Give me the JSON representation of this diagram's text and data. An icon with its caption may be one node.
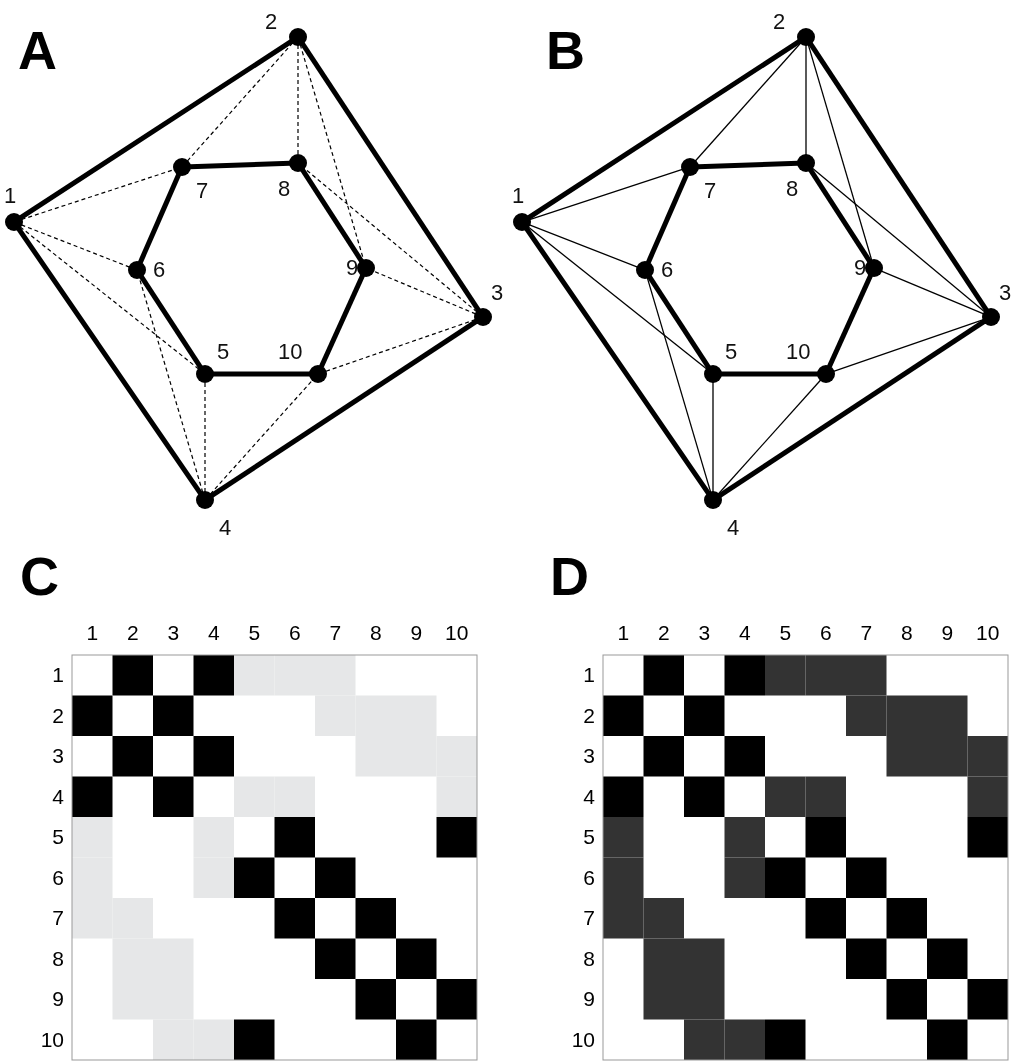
{
  "diagram": {
    "nodes": [
      {
        "text": [],
        "shape": "circle",
        "beside": [
          "1"
        ]
      },
      {
        "text": [],
        "shape": "circle",
        "beside": [
          "2"
        ]
      },
      {
        "text": [],
        "shape": "circle",
        "beside": [
          "3"
        ]
      },
      {
        "text": [],
        "shape": "circle",
        "beside": [
          "4"
        ]
      },
      {
        "text": [],
        "shape": "circle",
        "beside": [
          "5"
        ]
      },
      {
        "text": [],
        "shape": "circle",
        "beside": [
          "6"
        ]
      },
      {
        "text": [],
        "shape": "circle",
        "beside": [
          "7"
        ]
      },
      {
        "text": [],
        "shape": "circle",
        "beside": [
          "8"
        ]
      },
      {
        "text": [],
        "shape": "circle",
        "beside": [
          "9"
        ]
      },
      {
        "text": [],
        "shape": "circle",
        "beside": [
          "10"
        ]
      },
      {
        "text": [],
        "shape": "circle",
        "beside": [
          "1"
        ]
      },
      {
        "text": [],
        "shape": "circle",
        "beside": [
          "2"
        ]
      },
      {
        "text": [],
        "shape": "circle",
        "beside": [
          "3"
        ]
      },
      {
        "text": [],
        "shape": "circle",
        "beside": [
          "4"
        ]
      },
      {
        "text": [],
        "shape": "circle",
        "beside": [
          "5"
        ]
      },
      {
        "text": [],
        "shape": "circle",
        "beside": [
          "6"
        ]
      },
      {
        "text": [],
        "shape": "circle",
        "beside": [
          "7"
        ]
      },
      {
        "text": [],
        "shape": "circle",
        "beside": [
          "8"
        ]
      },
      {
        "text": [],
        "shape": "circle",
        "beside": [
          "9"
        ]
      },
      {
        "text": [],
        "shape": "circle",
        "beside": [
          "10"
        ]
      }
    ],
    "edges": [
      {
        "from": 0,
        "to": 1,
        "arrow": "none",
        "style": "thick"
      },
      {
        "from": 1,
        "to": 2,
        "arrow": "none",
        "style": "thick"
      },
      {
        "from": 2,
        "to": 3,
        "arrow": "none",
        "style": "thick"
      },
      {
        "from": 3,
        "to": 0,
        "arrow": "none",
        "style": "thick"
      },
      {
        "from": 6,
        "to": 7,
        "arrow": "none",
        "style": "thick"
      },
      {
        "from": 7,
        "to": 8,
        "arrow": "none",
        "style": "thick"
      },
      {
        "from": 8,
        "to": 9,
        "arrow": "none",
        "style": "thick"
      },
      {
        "from": 9,
        "to": 4,
        "arrow": "none",
        "style": "thick"
      },
      {
        "from": 4,
        "to": 5,
        "arrow": "none",
        "style": "thick"
      },
      {
        "from": 5,
        "to": 6,
        "arrow": "none",
        "style": "thick"
      },
      {
        "from": 0,
        "to": 4,
        "arrow": "none",
        "style": "dashed"
      },
      {
        "from": 0,
        "to": 5,
        "arrow": "none",
        "style": "dashed"
      },
      {
        "from": 0,
        "to": 6,
        "arrow": "none",
        "style": "dashed"
      },
      {
        "from": 1,
        "to": 6,
        "arrow": "none",
        "style": "dashed"
      },
      {
        "from": 1,
        "to": 7,
        "arrow": "none",
        "style": "dashed"
      },
      {
        "from": 1,
        "to": 8,
        "arrow": "none",
        "style": "dashed"
      },
      {
        "from": 2,
        "to": 7,
        "arrow": "none",
        "style": "dashed"
      },
      {
        "from": 2,
        "to": 8,
        "arrow": "none",
        "style": "dashed"
      },
      {
        "from": 2,
        "to": 9,
        "arrow": "none",
        "style": "dashed"
      },
      {
        "from": 3,
        "to": 4,
        "arrow": "none",
        "style": "dashed"
      },
      {
        "from": 3,
        "to": 5,
        "arrow": "none",
        "style": "dashed"
      },
      {
        "from": 3,
        "to": 9,
        "arrow": "none",
        "style": "dashed"
      },
      {
        "from": 10,
        "to": 11,
        "arrow": "none",
        "style": "thick"
      },
      {
        "from": 11,
        "to": 12,
        "arrow": "none",
        "style": "thick"
      },
      {
        "from": 12,
        "to": 13,
        "arrow": "none",
        "style": "thick"
      },
      {
        "from": 13,
        "to": 10,
        "arrow": "none",
        "style": "thick"
      },
      {
        "from": 16,
        "to": 17,
        "arrow": "none",
        "style": "thick"
      },
      {
        "from": 17,
        "to": 18,
        "arrow": "none",
        "style": "thick"
      },
      {
        "from": 18,
        "to": 19,
        "arrow": "none",
        "style": "thick"
      },
      {
        "from": 19,
        "to": 14,
        "arrow": "none",
        "style": "thick"
      },
      {
        "from": 14,
        "to": 15,
        "arrow": "none",
        "style": "thick"
      },
      {
        "from": 15,
        "to": 16,
        "arrow": "none",
        "style": "thick"
      },
      {
        "from": 10,
        "to": 14,
        "arrow": "none"
      },
      {
        "from": 10,
        "to": 15,
        "arrow": "none"
      },
      {
        "from": 10,
        "to": 16,
        "arrow": "none"
      },
      {
        "from": 11,
        "to": 16,
        "arrow": "none"
      },
      {
        "from": 11,
        "to": 17,
        "arrow": "none"
      },
      {
        "from": 11,
        "to": 18,
        "arrow": "none"
      },
      {
        "from": 12,
        "to": 17,
        "arrow": "none"
      },
      {
        "from": 12,
        "to": 18,
        "arrow": "none"
      },
      {
        "from": 12,
        "to": 19,
        "arrow": "none"
      },
      {
        "from": 13,
        "to": 14,
        "arrow": "none"
      },
      {
        "from": 13,
        "to": 15,
        "arrow": "none"
      },
      {
        "from": 13,
        "to": 19,
        "arrow": "none"
      }
    ],
    "labels": [
      "A",
      "B",
      "C",
      "D",
      "1",
      "2",
      "3",
      "4",
      "5",
      "6",
      "7",
      "8",
      "9",
      "10",
      "1",
      "2",
      "3",
      "4",
      "5",
      "6",
      "7",
      "8",
      "9",
      "10",
      "1",
      "2",
      "3",
      "4",
      "5",
      "6",
      "7",
      "8",
      "9",
      "10",
      "1",
      "2",
      "3",
      "4",
      "5",
      "6",
      "7",
      "8",
      "9",
      "10"
    ]
  }
}
